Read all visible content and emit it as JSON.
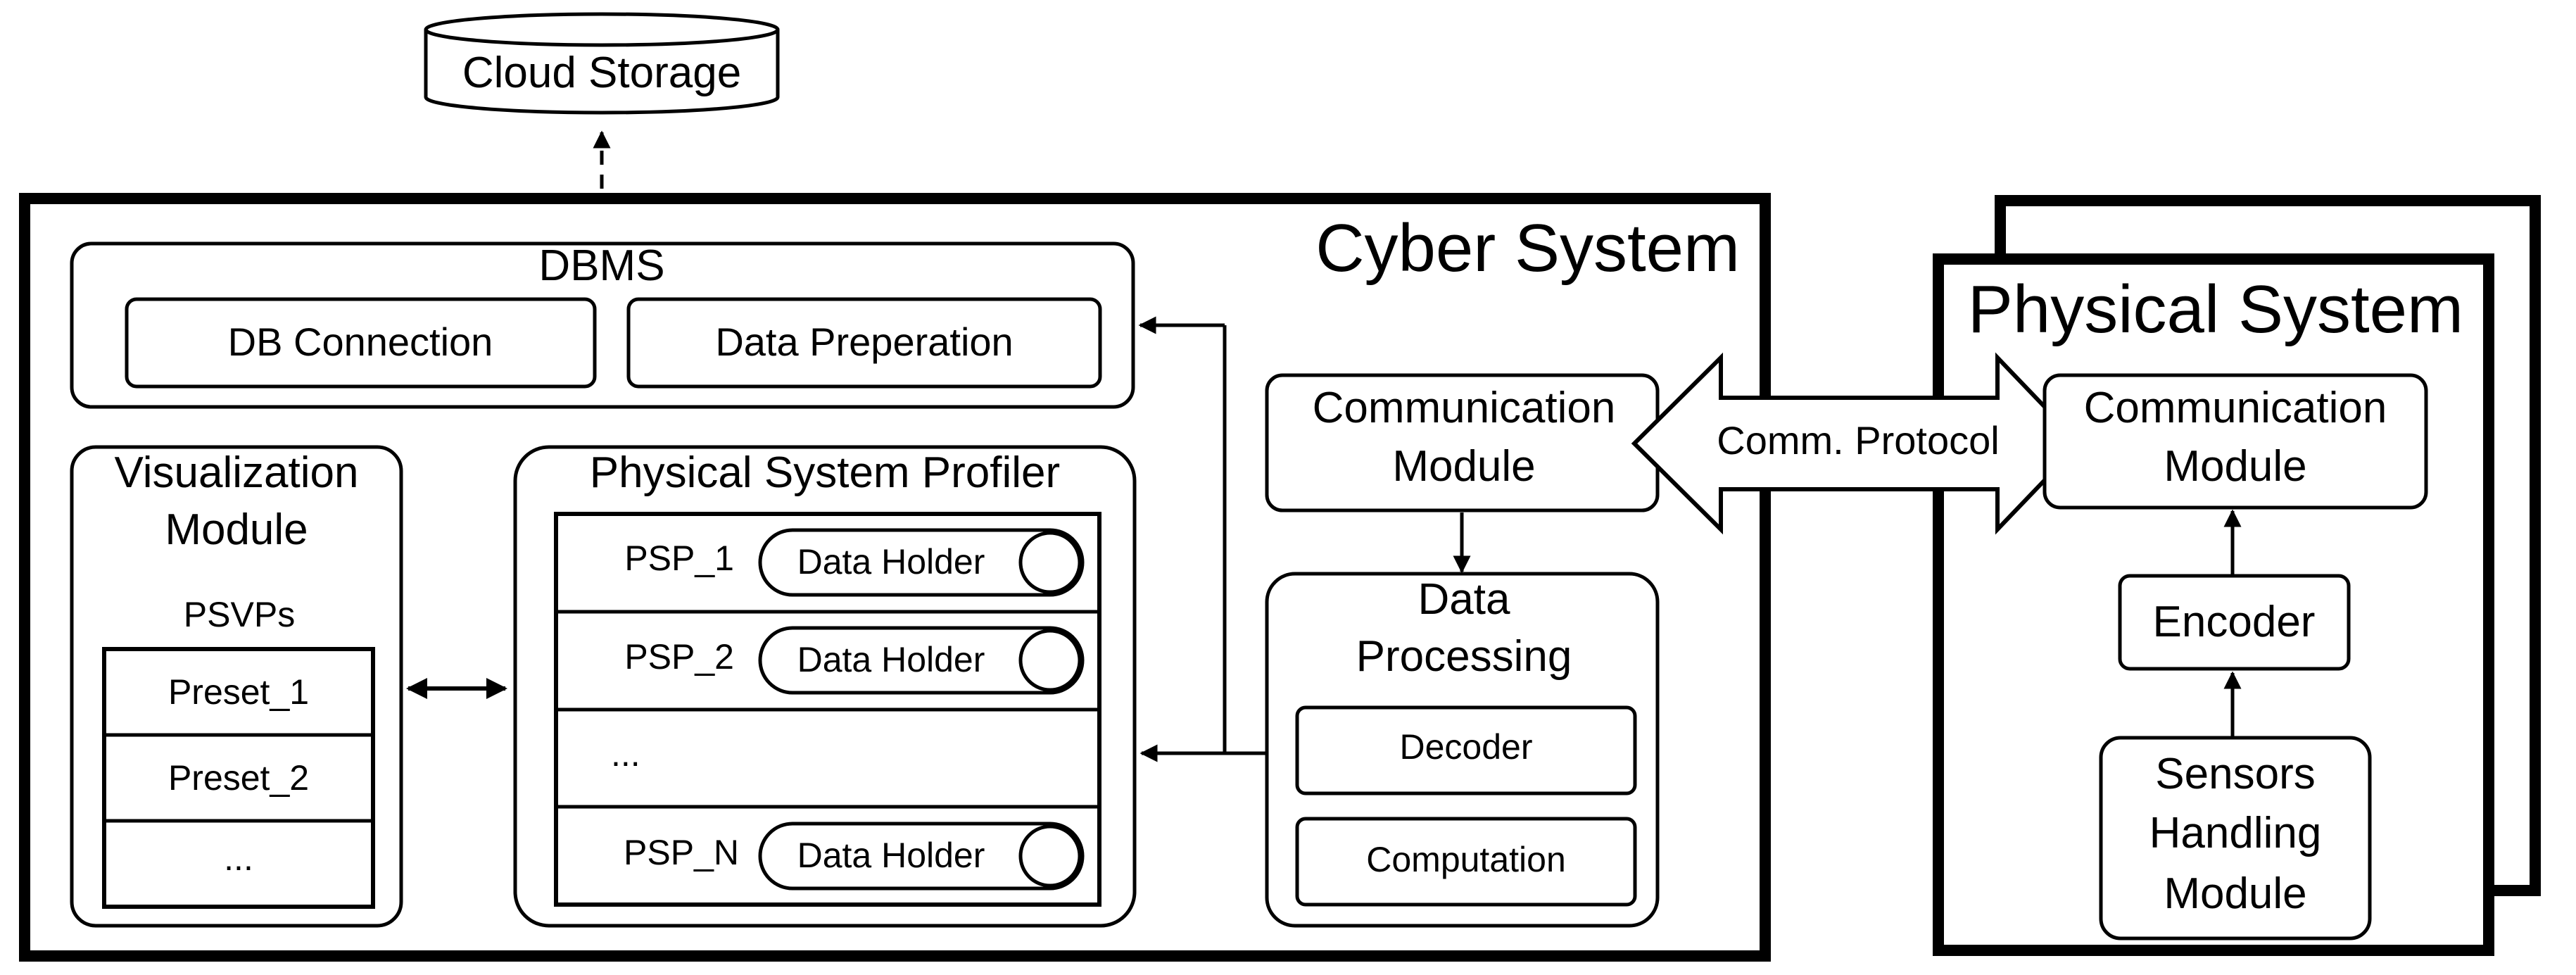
{
  "cloud_storage": "Cloud Storage",
  "cyber_system": {
    "title": "Cyber System",
    "dbms": {
      "title": "DBMS",
      "db_connection": "DB Connection",
      "data_preparation": "Data Preperation"
    },
    "visualization": {
      "title_line1": "Visualization",
      "title_line2": "Module",
      "psvps": "PSVPs",
      "presets": [
        "Preset_1",
        "Preset_2",
        "..."
      ]
    },
    "profiler": {
      "title": "Physical System Profiler",
      "rows": [
        {
          "label": "PSP_1",
          "holder": "Data Holder"
        },
        {
          "label": "PSP_2",
          "holder": "Data Holder"
        },
        {
          "label": "...",
          "holder": ""
        },
        {
          "label": "PSP_N",
          "holder": "Data Holder"
        }
      ]
    },
    "communication": {
      "line1": "Communication",
      "line2": "Module"
    },
    "data_processing": {
      "title_line1": "Data",
      "title_line2": "Processing",
      "decoder": "Decoder",
      "computation": "Computation"
    }
  },
  "protocol": "Comm. Protocol",
  "physical_system": {
    "title": "Physical System",
    "communication": {
      "line1": "Communication",
      "line2": "Module"
    },
    "encoder": "Encoder",
    "sensors": {
      "line1": "Sensors",
      "line2": "Handling",
      "line3": "Module"
    }
  }
}
